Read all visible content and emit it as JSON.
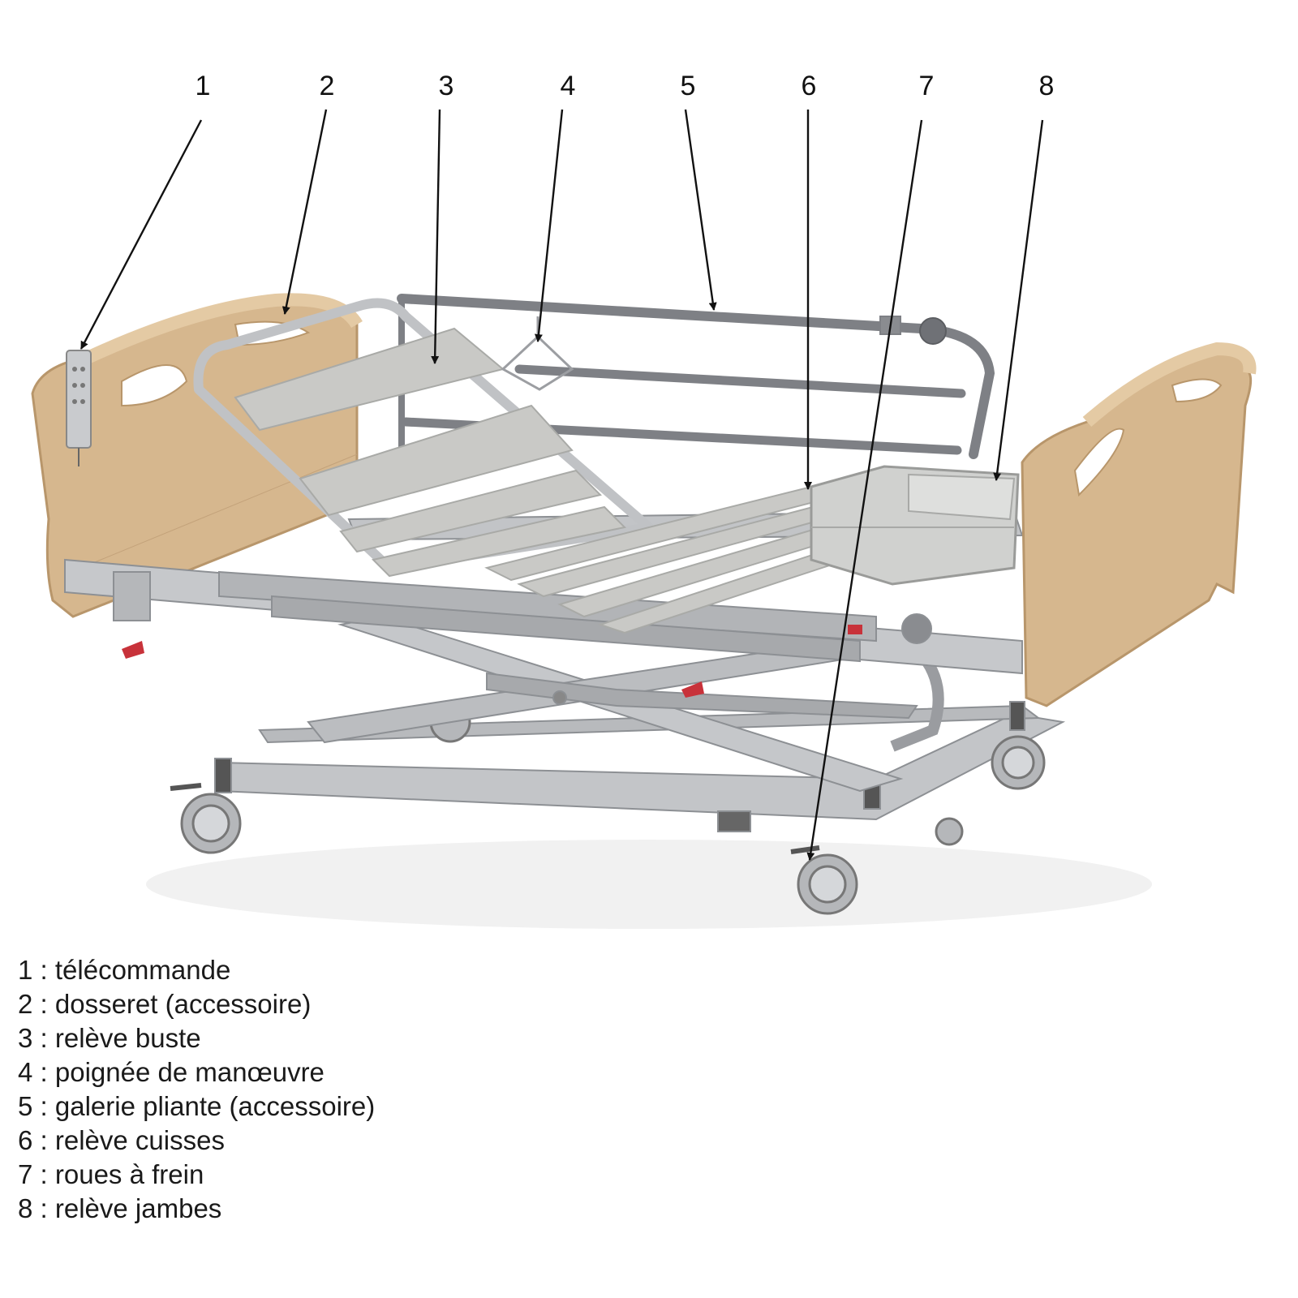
{
  "callouts": [
    {
      "number": "1",
      "label": "télécommande"
    },
    {
      "number": "2",
      "label": "dosseret (accessoire)"
    },
    {
      "number": "3",
      "label": "relève buste"
    },
    {
      "number": "4",
      "label": "poignée de manœuvre"
    },
    {
      "number": "5",
      "label": "galerie pliante (accessoire)"
    },
    {
      "number": "6",
      "label": "relève cuisses"
    },
    {
      "number": "7",
      "label": "roues à frein"
    },
    {
      "number": "8",
      "label": "relève jambes"
    }
  ],
  "colors": {
    "wood": "#d6b78e",
    "wood_dark": "#b8966b",
    "metal": "#b8babd",
    "metal_dark": "#8d9094",
    "rail": "#7e8085",
    "slat": "#c9c9c6",
    "red_pedal": "#c8323a"
  }
}
